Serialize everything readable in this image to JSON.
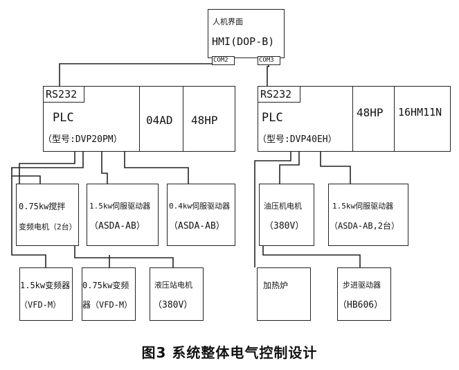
{
  "hmi": {
    "label_top": "人机界面",
    "label_main": "HMI(DOP-B)",
    "port_left": "COM2",
    "port_right": "COM3"
  },
  "left_plc": {
    "port": "RS232",
    "name": "PLC",
    "model": "（型号:DVP20PM）",
    "module_1": "04AD",
    "module_2": "48HP"
  },
  "right_plc": {
    "port": "RS232",
    "name": "PLC",
    "model": "（型号:DVP40EH）",
    "module_1": "48HP",
    "module_2": "16HM11N"
  },
  "left_devices_row1": [
    {
      "line1": "0.75kw搅拌",
      "line2": "变频电机（2台）"
    },
    {
      "line1": "1.5kw伺服驱动器",
      "line2": "（ASDA-AB）"
    },
    {
      "line1": "0.4kw伺服驱动器",
      "line2": "（ASDA-AB）"
    }
  ],
  "left_devices_row2": [
    {
      "line1": "1.5kw变频器",
      "line2": "（VFD-M）"
    },
    {
      "line1": "0.75kw变频",
      "line2": "器（VFD-M）"
    },
    {
      "line1": "液压站电机",
      "line2": "（380V）"
    }
  ],
  "right_devices_row1": [
    {
      "line1": "油压机电机",
      "line2": "（380V）"
    },
    {
      "line1": "1.5kw伺服驱动器",
      "line2": "（ASDA-AB,2台）"
    }
  ],
  "right_devices_row2": [
    {
      "line1": "加热炉",
      "line2": ""
    },
    {
      "line1": "步进驱动器",
      "line2": "（HB606）"
    }
  ],
  "caption": "图3   系统整体电气控制设计"
}
